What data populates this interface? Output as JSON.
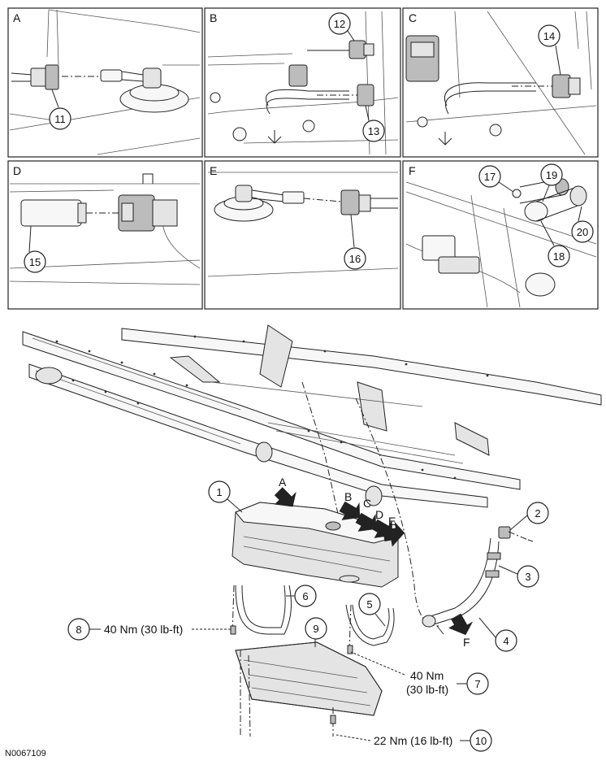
{
  "panels": [
    {
      "letter": "A",
      "callouts": [
        "11"
      ]
    },
    {
      "letter": "B",
      "callouts": [
        "12",
        "13"
      ]
    },
    {
      "letter": "C",
      "callouts": [
        "14"
      ]
    },
    {
      "letter": "D",
      "callouts": [
        "15"
      ]
    },
    {
      "letter": "E",
      "callouts": [
        "16"
      ]
    },
    {
      "letter": "F",
      "callouts": [
        "17",
        "19",
        "18",
        "20"
      ]
    }
  ],
  "main": {
    "view_arrows": [
      "A",
      "B",
      "C",
      "D",
      "E",
      "F"
    ],
    "callouts": [
      "1",
      "2",
      "3",
      "4",
      "5",
      "6",
      "7",
      "8",
      "9",
      "10"
    ],
    "torque": {
      "item8": "40 Nm (30 lb-ft)",
      "item7_line1": "40 Nm",
      "item7_line2": "(30 lb-ft)",
      "item10": "22 Nm (16 lb-ft)"
    }
  },
  "figure_id": "N0067109"
}
